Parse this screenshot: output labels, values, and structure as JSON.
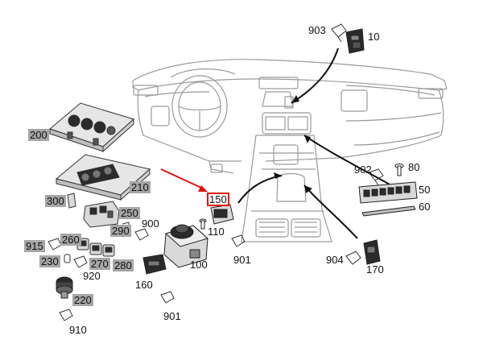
{
  "callouts": {
    "p10": {
      "label": "10",
      "style": "plain"
    },
    "p50": {
      "label": "50",
      "style": "plain"
    },
    "p60": {
      "label": "60",
      "style": "plain"
    },
    "p80": {
      "label": "80",
      "style": "plain"
    },
    "p100": {
      "label": "100",
      "style": "plain"
    },
    "p110": {
      "label": "110",
      "style": "plain"
    },
    "p150": {
      "label": "150",
      "style": "highlight"
    },
    "p160": {
      "label": "160",
      "style": "plain"
    },
    "p170": {
      "label": "170",
      "style": "plain"
    },
    "p200": {
      "label": "200",
      "style": "boxed"
    },
    "p210": {
      "label": "210",
      "style": "boxed"
    },
    "p220": {
      "label": "220",
      "style": "boxed"
    },
    "p230": {
      "label": "230",
      "style": "boxed"
    },
    "p250": {
      "label": "250",
      "style": "boxed"
    },
    "p260": {
      "label": "260",
      "style": "boxed"
    },
    "p270": {
      "label": "270",
      "style": "boxed"
    },
    "p280": {
      "label": "280",
      "style": "boxed"
    },
    "p290": {
      "label": "290",
      "style": "boxed"
    },
    "p300": {
      "label": "300",
      "style": "boxed"
    },
    "p900": {
      "label": "900",
      "style": "plain"
    },
    "p901a": {
      "label": "901",
      "style": "plain"
    },
    "p901b": {
      "label": "901",
      "style": "plain"
    },
    "p902": {
      "label": "902",
      "style": "plain"
    },
    "p903": {
      "label": "903",
      "style": "plain"
    },
    "p904": {
      "label": "904",
      "style": "plain"
    },
    "p910": {
      "label": "910",
      "style": "plain"
    },
    "p915": {
      "label": "915",
      "style": "boxed"
    },
    "p920": {
      "label": "920",
      "style": "plain"
    }
  },
  "colors": {
    "line": "#3a3a3a",
    "light_line": "#9a9a9a",
    "part_fill": "#d9d9d9",
    "dark_part": "#2b2b2b",
    "label_box": "#a6a6a6",
    "highlight": "#e01010"
  }
}
